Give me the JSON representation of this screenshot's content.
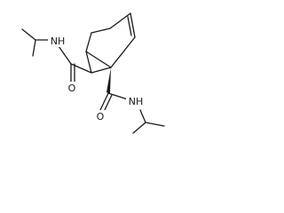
{
  "molecule": {
    "atoms": {
      "o1": "O",
      "n1": "NH",
      "o2": "O",
      "n2": "NH"
    }
  }
}
